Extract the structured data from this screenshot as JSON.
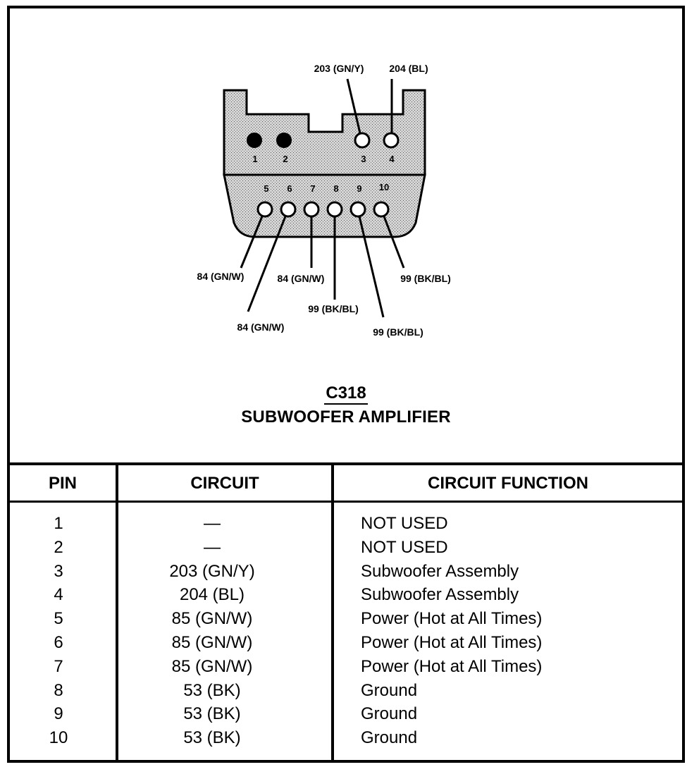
{
  "connector": {
    "id": "C318",
    "name": "SUBWOOFER AMPLIFIER",
    "upper_pins": [
      "1",
      "2",
      "3",
      "4"
    ],
    "lower_pins": [
      "5",
      "6",
      "7",
      "8",
      "9",
      "10"
    ],
    "wire_labels": {
      "pin3": "203 (GN/Y)",
      "pin4": "204 (BL)",
      "pin5": "84 (GN/W)",
      "pin6": "84 (GN/W)",
      "pin7": "84 (GN/W)",
      "pin8": "99 (BK/BL)",
      "pin9": "99 (BK/BL)",
      "pin10": "99 (BK/BL)"
    }
  },
  "table": {
    "headers": {
      "pin": "PIN",
      "circuit": "CIRCUIT",
      "function": "CIRCUIT FUNCTION"
    },
    "rows": [
      {
        "pin": "1",
        "circuit": "—",
        "function": "NOT USED"
      },
      {
        "pin": "2",
        "circuit": "—",
        "function": "NOT USED"
      },
      {
        "pin": "3",
        "circuit": "203 (GN/Y)",
        "function": "Subwoofer Assembly"
      },
      {
        "pin": "4",
        "circuit": "204 (BL)",
        "function": "Subwoofer Assembly"
      },
      {
        "pin": "5",
        "circuit": "85 (GN/W)",
        "function": "Power (Hot at All Times)"
      },
      {
        "pin": "6",
        "circuit": "85 (GN/W)",
        "function": "Power (Hot at All Times)"
      },
      {
        "pin": "7",
        "circuit": "85 (GN/W)",
        "function": "Power (Hot at All Times)"
      },
      {
        "pin": "8",
        "circuit": "53 (BK)",
        "function": "Ground"
      },
      {
        "pin": "9",
        "circuit": "53 (BK)",
        "function": "Ground"
      },
      {
        "pin": "10",
        "circuit": "53 (BK)",
        "function": "Ground"
      }
    ]
  }
}
